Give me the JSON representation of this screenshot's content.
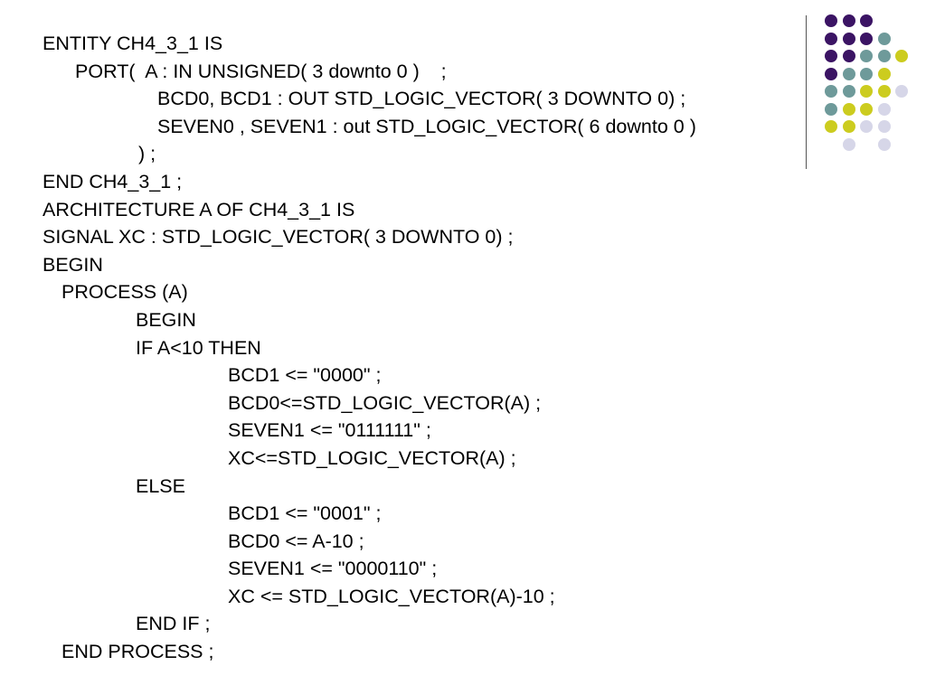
{
  "code_lines": [
    {
      "text": "ENTITY CH4_3_1 IS",
      "indent": 0
    },
    {
      "text": "PORT(  A : IN UNSIGNED( 3 downto 0 )    ;",
      "indent": 1
    },
    {
      "text": "BCD0, BCD1 : OUT STD_LOGIC_VECTOR( 3 DOWNTO 0) ;",
      "indent": 2
    },
    {
      "text": "SEVEN0 , SEVEN1 : out STD_LOGIC_VECTOR( 6 downto 0 )",
      "indent": 2
    },
    {
      "text": ") ;",
      "indent": 3
    },
    {
      "text": "END CH4_3_1 ;",
      "indent": 0
    },
    {
      "text": "ARCHITECTURE A OF CH4_3_1 IS",
      "indent": 0
    },
    {
      "text": "SIGNAL XC : STD_LOGIC_VECTOR( 3 DOWNTO 0) ;",
      "indent": 0
    },
    {
      "text": "BEGIN",
      "indent": 0
    },
    {
      "text": "PROCESS (A)",
      "indent": 4
    },
    {
      "text": "BEGIN",
      "indent": 5
    },
    {
      "text": "IF A<10 THEN",
      "indent": 5
    },
    {
      "text": "BCD1 <= \"0000\" ;",
      "indent": 6
    },
    {
      "text": "BCD0<=STD_LOGIC_VECTOR(A) ;",
      "indent": 6
    },
    {
      "text": "SEVEN1 <= \"0111111\" ;",
      "indent": 6
    },
    {
      "text": "XC<=STD_LOGIC_VECTOR(A) ;",
      "indent": 6
    },
    {
      "text": "ELSE",
      "indent": 5
    },
    {
      "text": "BCD1 <= \"0001\" ;",
      "indent": 6
    },
    {
      "text": "BCD0 <= A-10 ;",
      "indent": 6
    },
    {
      "text": "SEVEN1 <= \"0000110\" ;",
      "indent": 6
    },
    {
      "text": "XC <= STD_LOGIC_VECTOR(A)-10 ;",
      "indent": 6
    },
    {
      "text": "END IF ;",
      "indent": 5
    },
    {
      "text": "END PROCESS ;",
      "indent": 4
    }
  ],
  "decoration": {
    "palette": {
      "purple": "#3b1464",
      "teal": "#6e9a9a",
      "yellow": "#cccc1f",
      "lavender": "#d6d6e8"
    },
    "dot_rows": [
      [
        "purple",
        "purple",
        "purple",
        null,
        null
      ],
      [
        "purple",
        "purple",
        "purple",
        "teal",
        null
      ],
      [
        "purple",
        "purple",
        "teal",
        "teal",
        "yellow"
      ],
      [
        "purple",
        "teal",
        "teal",
        "yellow",
        null
      ],
      [
        "teal",
        "teal",
        "yellow",
        "yellow",
        "lavender"
      ],
      [
        "teal",
        "yellow",
        "yellow",
        "lavender",
        null
      ],
      [
        "yellow",
        "yellow",
        "lavender",
        "lavender",
        null
      ],
      [
        null,
        "lavender",
        null,
        "lavender",
        null
      ]
    ]
  }
}
